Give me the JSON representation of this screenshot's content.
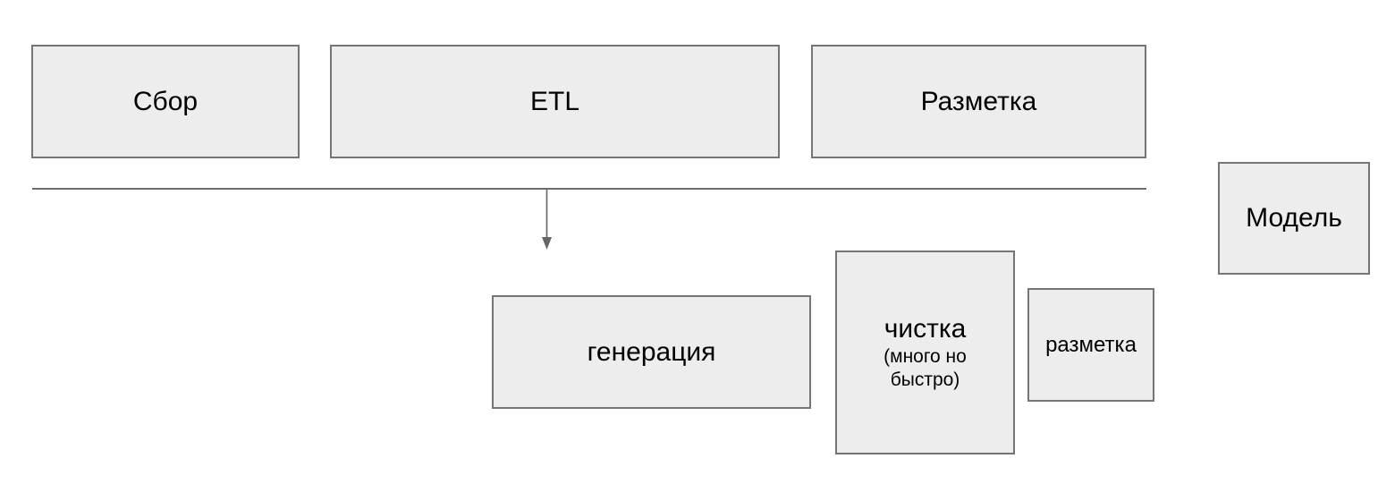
{
  "diagram": {
    "title": "data-pipeline-flow",
    "colors": {
      "background": "#ffffff",
      "box_fill": "#ededed",
      "box_border": "#757575",
      "line": "#6e6e6e",
      "arrow": "#666666",
      "text": "#000000"
    },
    "top_row": [
      {
        "id": "sbor",
        "label": "Сбор"
      },
      {
        "id": "etl",
        "label": "ETL"
      },
      {
        "id": "razmetka",
        "label": "Разметка"
      }
    ],
    "model_box": {
      "label": "Модель"
    },
    "bottom_row": [
      {
        "id": "generation",
        "label": "генерация"
      },
      {
        "id": "chistka",
        "label": "чистка",
        "sub_line1": "(много но",
        "sub_line2": "быстро)"
      },
      {
        "id": "razmetka_small",
        "label": "разметка"
      }
    ]
  }
}
